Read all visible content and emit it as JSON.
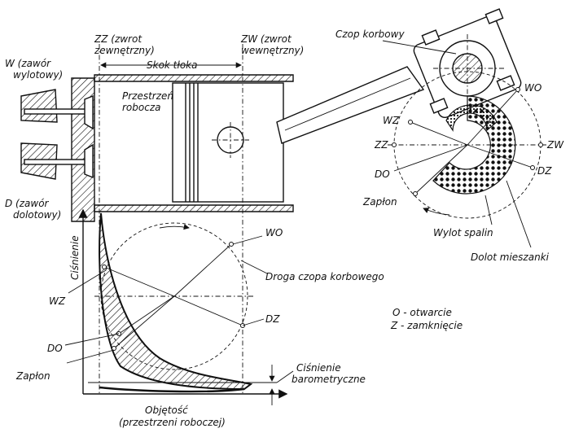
{
  "labels": {
    "zz_line1": "ZZ (zwrot",
    "zz_line2": "zewnętrzny)",
    "zw_line1": "ZW (zwrot",
    "zw_line2": "wewnętrzny)",
    "stroke": "Skok tłoka",
    "w_line1": "W (zawór",
    "w_line2": "wylotowy)",
    "d_line1": "D (zawór",
    "d_line2": "dolotowy)",
    "chamber_line1": "Przestrzeń",
    "chamber_line2": "robocza",
    "crankpin": "Czop korbowy",
    "wo_right": "WO",
    "wz_right": "WZ",
    "zz_right": "ZZ",
    "zw_right": "ZW",
    "do_right": "DO",
    "dz_right": "DZ",
    "ignition_right": "Zapłon",
    "exhaust": "Wylot spalin",
    "intake": "Dolot mieszanki",
    "pressure": "Ciśnienie",
    "wo_left": "WO",
    "wz_left": "WZ",
    "do_left": "DO",
    "dz_left": "DZ",
    "ignition_left": "Zapłon",
    "crank_path": "Droga czopa korbowego",
    "legend_line1": "O - otwarcie",
    "legend_line2": "Z - zamknięcie",
    "baro_line1": "Ciśnienie",
    "baro_line2": "barometryczne",
    "volume_line1": "Objętość",
    "volume_line2": "(przestrzeni roboczej)"
  }
}
